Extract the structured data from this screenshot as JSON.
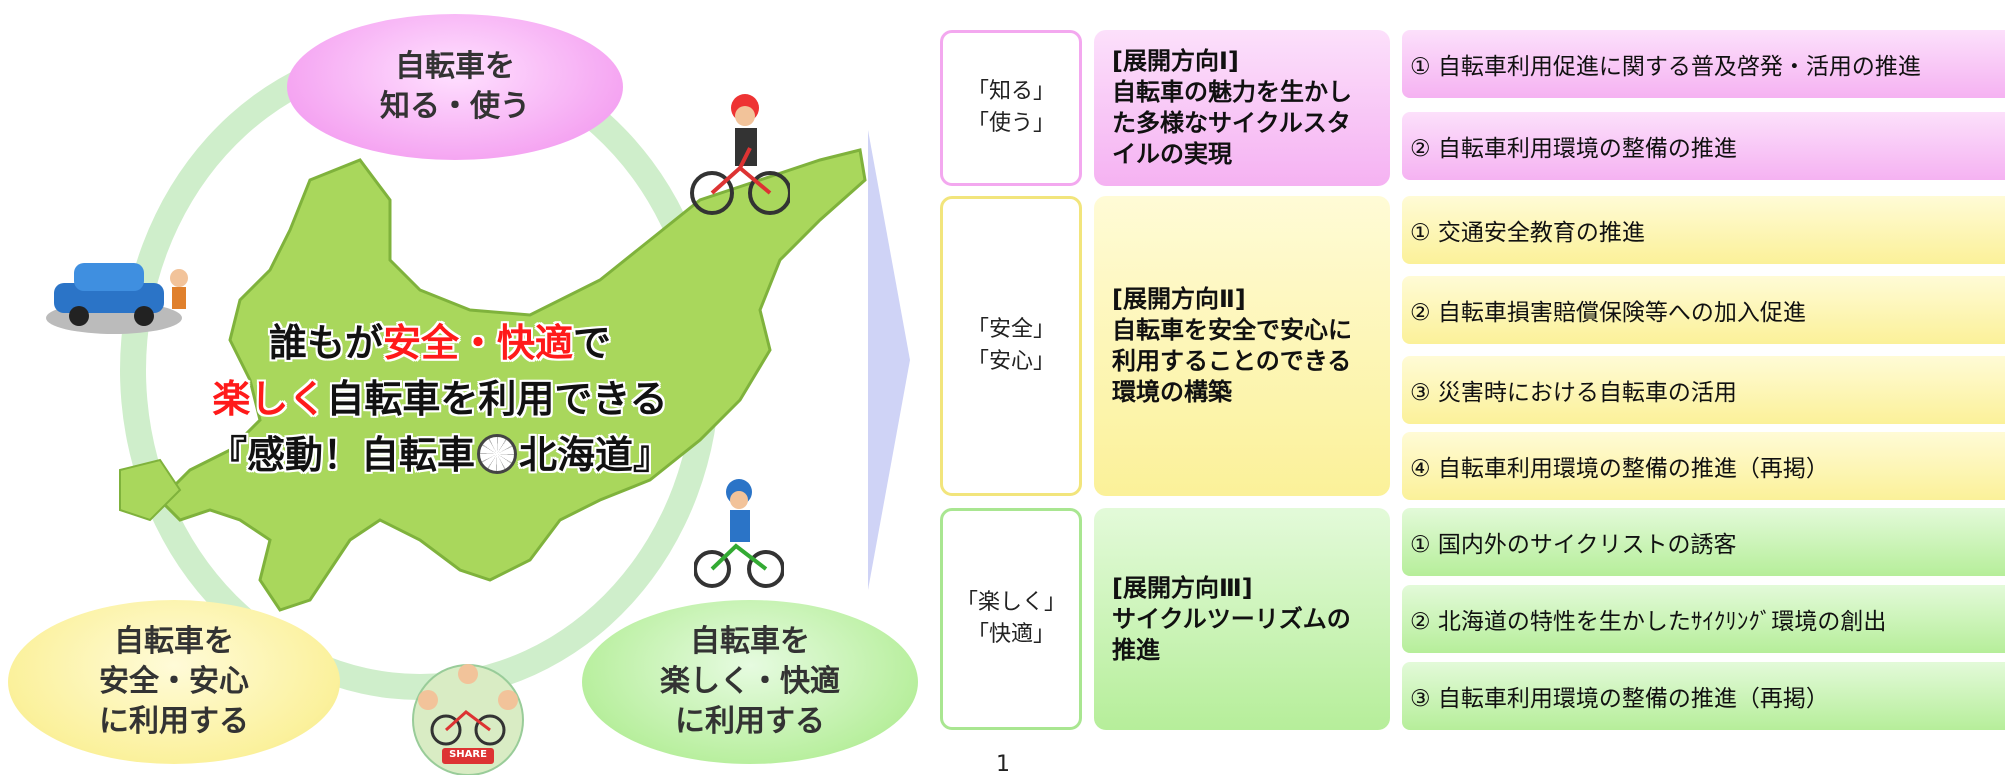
{
  "left_diagram": {
    "bubbles": {
      "know_use": {
        "line1": "自転車を",
        "line2": "知る・使う"
      },
      "safe": {
        "line1": "自転車を",
        "line2": "安全・安心",
        "line3": "に利用する"
      },
      "fun": {
        "line1": "自転車を",
        "line2": "楽しく・快適",
        "line3": "に利用する"
      }
    },
    "center": {
      "line1_a": "誰もが",
      "line1_b": "安全・快適",
      "line1_c": "で",
      "line2_a": "楽しく",
      "line2_b": "自転車を利用できる",
      "line3_a": "『感動！自転車",
      "line3_b": "北海道』"
    },
    "share_sign": "SHARE"
  },
  "rows": [
    {
      "theme": {
        "line1": "「知る」",
        "line2": "「使う」"
      },
      "direction": {
        "heading": "[展開方向Ⅰ]",
        "body": "自転車の魅力を生かした多様なサイクルスタイルの実現"
      },
      "items": [
        "① 自転車利用促進に関する普及啓発・活用の推進",
        "② 自転車利用環境の整備の推進"
      ]
    },
    {
      "theme": {
        "line1": "「安全」",
        "line2": "「安心」"
      },
      "direction": {
        "heading": "[展開方向Ⅱ]",
        "body": "自転車を安全で安心に利用することのできる環境の構築"
      },
      "items": [
        "① 交通安全教育の推進",
        "② 自転車損害賠償保険等への加入促進",
        "③ 災害時における自転車の活用",
        "④ 自転車利用環境の整備の推進（再掲）"
      ]
    },
    {
      "theme": {
        "line1": "「楽しく」",
        "line2": "「快適」"
      },
      "direction": {
        "heading": "[展開方向Ⅲ]",
        "body": "サイクルツーリズムの推進"
      },
      "items": [
        "① 国内外のサイクリストの誘客",
        "② 北海道の特性を生かしたｻｲｸﾘﾝｸﾞ環境の創出",
        "③ 自転車利用環境の整備の推進（再掲）"
      ]
    }
  ],
  "page_number": "1",
  "colors": {
    "pink": "#f5a6f2",
    "yellow": "#fbf19c",
    "green": "#b6ee9a",
    "red_text": "#ff1a1a",
    "ring": "#cfeecb",
    "chevron": "#cfd3f6"
  }
}
